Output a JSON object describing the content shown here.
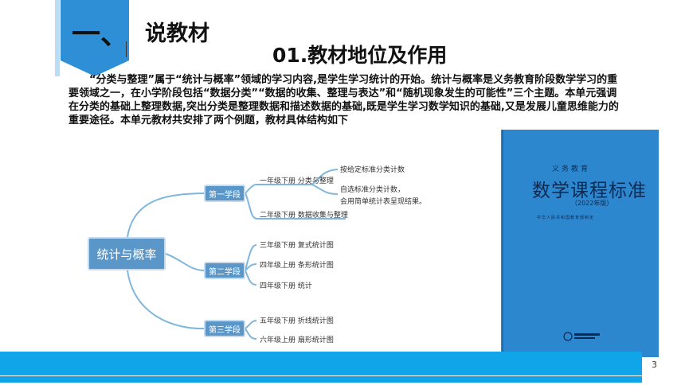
{
  "header": {
    "section_number": "一、",
    "section_title": "说教材",
    "subtitle": "01.教材地位及作用"
  },
  "paragraph": "“分类与整理”属于“统计与概率”领域的学习内容,是学生学习统计的开始。统计与概率是义务教育阶段数学学习的重要领域之一，在小学阶段包括“数据分类”“数据的收集、整理与表达”和“随机现象发生的可能性”三个主题。本单元强调在分类的基础上整理数据,突出分类是整理数据和描述数据的基础,既是学生学习数学知识的基础,又是发展儿童思维能力的重要途径。本单元教材共安排了两个例题，教材具体结构如下",
  "diagram": {
    "root": "统计与概率",
    "stages": [
      {
        "label": "第一学段",
        "items": [
          "一年级下册 分类与整理",
          "二年级下册 数据收集与整理"
        ],
        "subitems": [
          "按给定标准分类计数",
          "自选标准分类计数，",
          "会用简单统计表呈现结果。"
        ]
      },
      {
        "label": "第二学段",
        "items": [
          "三年级下册 复式统计图",
          "四年级上册 条形统计图",
          "四年级下册 统计"
        ]
      },
      {
        "label": "第三学段",
        "items": [
          "五年级下册 折线统计图",
          "六年级上册 扇形统计图"
        ]
      }
    ],
    "line_color": "#7fb7dc"
  },
  "book_cover": {
    "top_text": "义务教育",
    "title": "数学课程标准",
    "year": "（2022年版）",
    "publisher_line": "中华人民共和国教育部制定"
  },
  "footer": {
    "page_number": "3"
  },
  "colors": {
    "accent": "#2e8fd6",
    "footer": "#10a4e8",
    "node_fill": "#5a97c8",
    "cover": "#2c87cf"
  }
}
